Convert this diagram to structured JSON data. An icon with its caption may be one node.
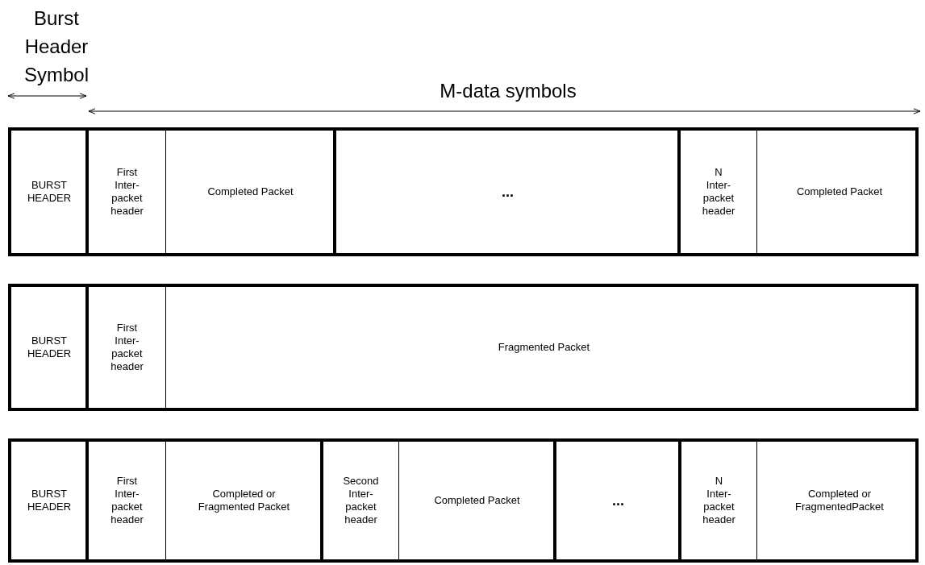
{
  "diagram": {
    "nodes": [
      {
        "text": [
          "BURST HEADER"
        ]
      },
      {
        "text": [
          "First Inter-packet header"
        ]
      },
      {
        "text": [
          "Completed Packet"
        ]
      },
      {
        "text": [
          "..."
        ]
      },
      {
        "text": [
          "N Inter-packet header"
        ]
      },
      {
        "text": [
          "Completed Packet"
        ]
      },
      {
        "text": [
          "BURST HEADER"
        ]
      },
      {
        "text": [
          "First Inter-packet header"
        ]
      },
      {
        "text": [
          "Fragmented Packet"
        ]
      },
      {
        "text": [
          "BURST HEADER"
        ]
      },
      {
        "text": [
          "First Inter-packet header"
        ]
      },
      {
        "text": [
          "Completed or Fragmented Packet"
        ]
      },
      {
        "text": [
          "Second Inter-packet header"
        ]
      },
      {
        "text": [
          "Completed Packet"
        ]
      },
      {
        "text": [
          "..."
        ]
      },
      {
        "text": [
          "N Inter-packet header"
        ]
      },
      {
        "text": [
          "Completed or FragmentedPacket"
        ]
      }
    ],
    "labels": [
      "Burst Header Symbol",
      "M-data symbols"
    ]
  }
}
